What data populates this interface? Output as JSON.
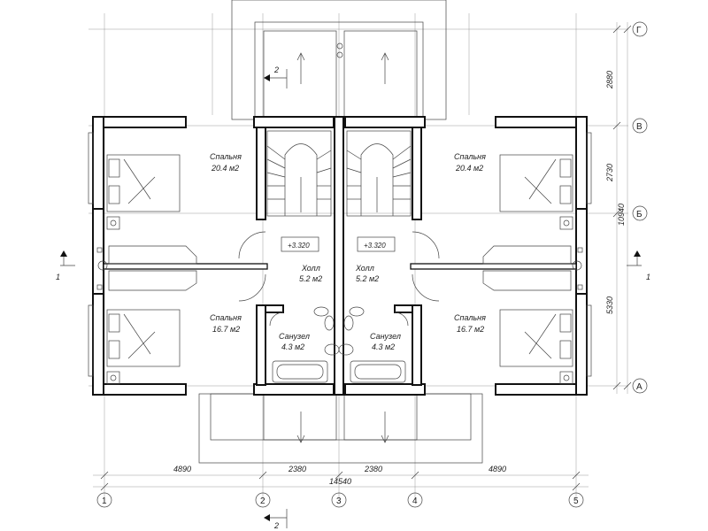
{
  "axes_letters": [
    "Г",
    "В",
    "Б",
    "А"
  ],
  "axes_numbers": [
    "1",
    "2",
    "3",
    "4",
    "5"
  ],
  "dims_bottom": [
    "4890",
    "2380",
    "2380",
    "4890"
  ],
  "dim_total": "14540",
  "dims_right": [
    "2880",
    "2730",
    "10940",
    "5330"
  ],
  "cut_labels": [
    "1",
    "1",
    "2",
    "2"
  ],
  "rooms": [
    {
      "name": "Спальня",
      "area": "20.4 м2"
    },
    {
      "name": "Спальня",
      "area": "20.4 м2"
    },
    {
      "name": "Спальня",
      "area": "16.7 м2"
    },
    {
      "name": "Спальня",
      "area": "16.7 м2"
    },
    {
      "name": "Холл",
      "area": "5.2 м2"
    },
    {
      "name": "Холл",
      "area": "5.2 м2"
    },
    {
      "name": "Санузел",
      "area": "4.3 м2"
    },
    {
      "name": "Санузел",
      "area": "4.3 м2"
    }
  ],
  "levels": [
    "+3.320",
    "+3.320"
  ]
}
